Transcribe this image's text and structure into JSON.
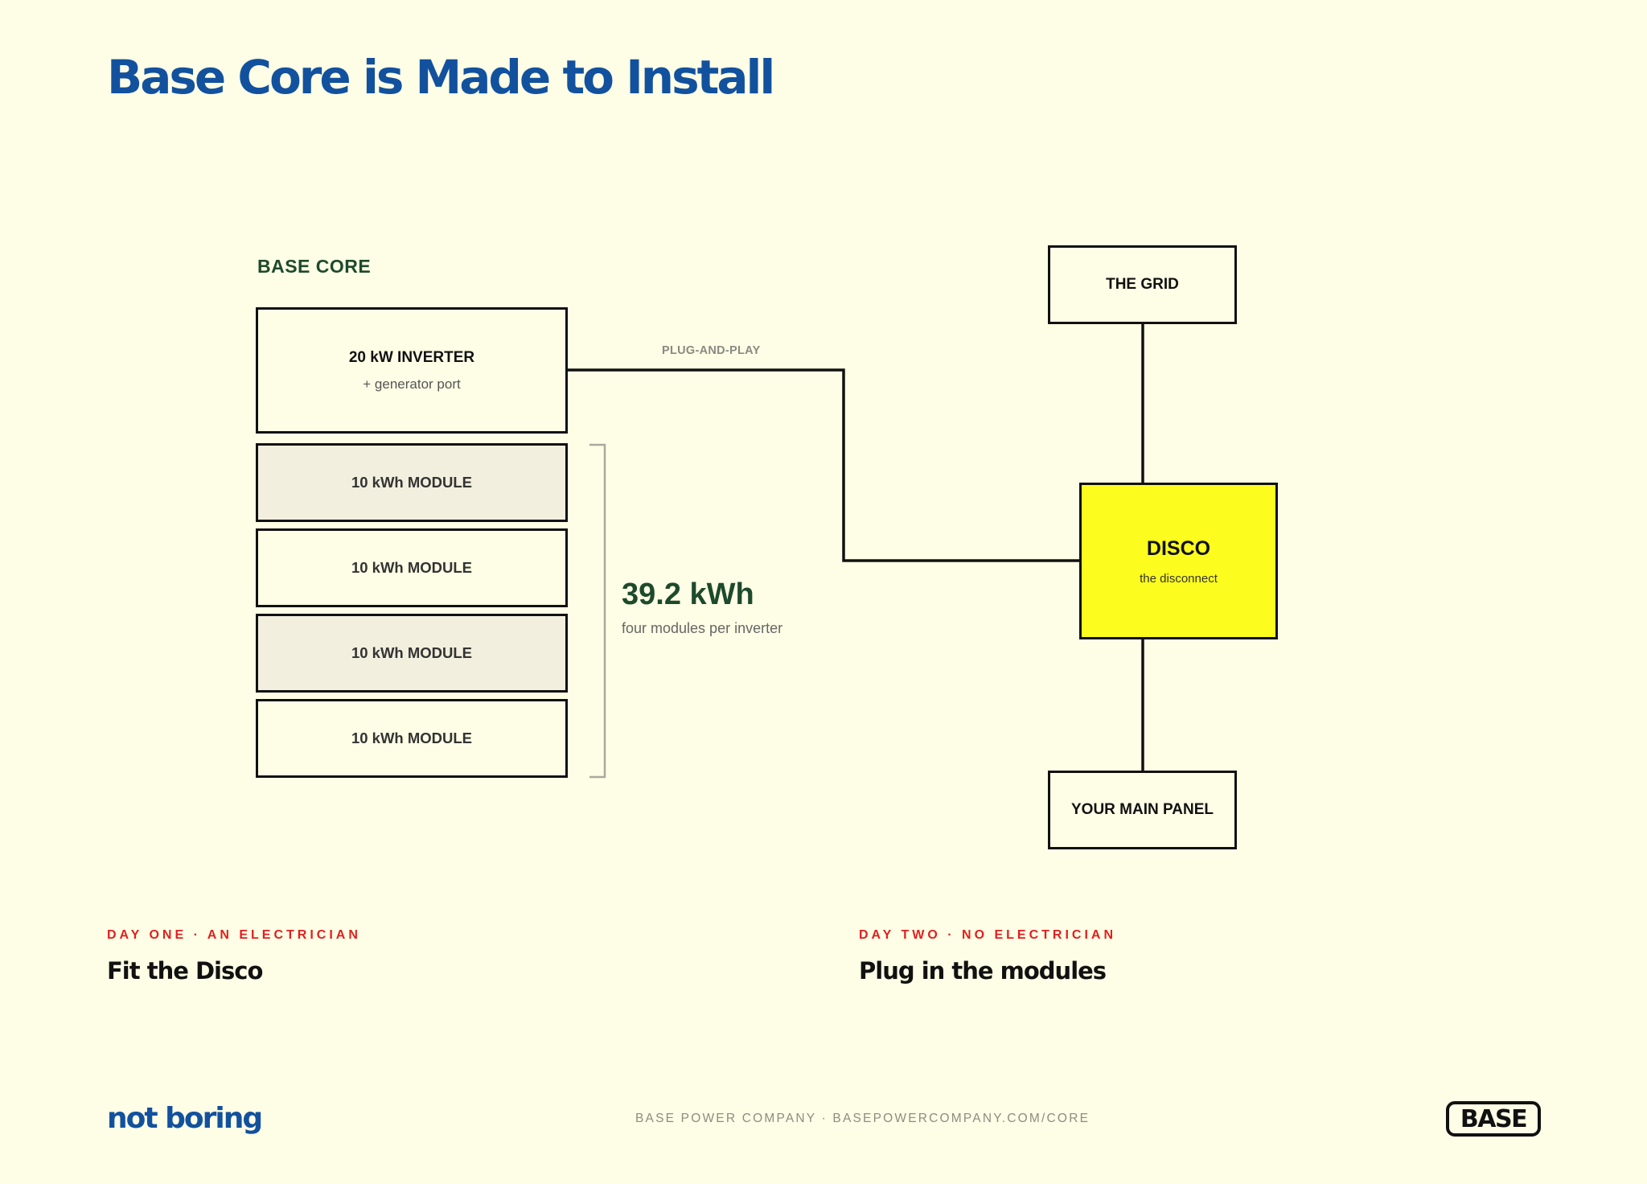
{
  "title": "Base Core is Made to Install",
  "base_core": {
    "group_label": "BASE CORE",
    "inverter": {
      "label": "20 kW INVERTER",
      "sub": "+ generator port"
    },
    "modules": [
      {
        "label": "10 kWh MODULE"
      },
      {
        "label": "10 kWh MODULE"
      },
      {
        "label": "10 kWh MODULE"
      },
      {
        "label": "10 kWh MODULE"
      }
    ],
    "capacity": {
      "value": "39.2 kWh",
      "sub": "four modules per inverter"
    }
  },
  "connection": {
    "label": "PLUG-AND-PLAY"
  },
  "grid": {
    "label": "THE GRID"
  },
  "disco": {
    "label": "DISCO",
    "sub": "the disconnect",
    "color": "#fcfc1e"
  },
  "main_panel": {
    "label": "YOUR MAIN PANEL"
  },
  "steps": [
    {
      "tag": "DAY ONE · AN ELECTRICIAN",
      "title": "Fit the Disco"
    },
    {
      "tag": "DAY TWO · NO ELECTRICIAN",
      "title": "Plug in the modules"
    }
  ],
  "footer": {
    "left_logo": "not boring",
    "center_text": "BASE POWER COMPANY · BASEPOWERCOMPANY.COM/CORE",
    "right_logo": "BASE"
  },
  "colors": {
    "background": "#fefee6",
    "title": "#12519e",
    "accent_green": "#1e4a2c",
    "step_tag_red": "#e0201e",
    "module_shade": "#f2efde"
  }
}
